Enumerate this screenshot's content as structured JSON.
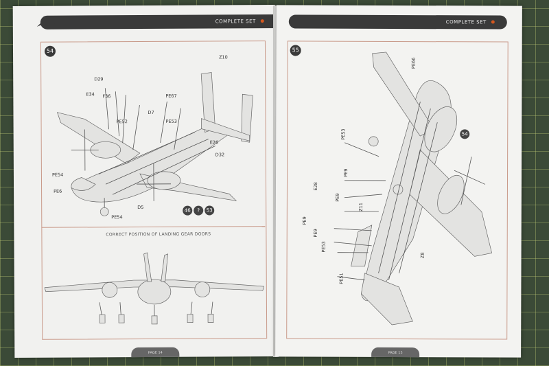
{
  "left_page": {
    "header_text": "COMPLETE SET",
    "step_main": "54",
    "subtitle": "CORRECT POSITION OF LANDING GEAR DOORS",
    "footer": "PAGE 14",
    "badges": [
      "46",
      "?",
      "53"
    ],
    "labels": [
      "Z10",
      "D29",
      "E34",
      "F36",
      "PE67",
      "D7",
      "PE53",
      "PE52",
      "E26",
      "D32",
      "PE54",
      "PE6",
      "D5",
      "PE54"
    ]
  },
  "right_page": {
    "header_text": "COMPLETE SET",
    "step_main": "55",
    "side_badge": "54",
    "footer": "PAGE 15",
    "labels": [
      "PE66",
      "PE53",
      "E28",
      "PE9",
      "PE9",
      "Z11",
      "PE9",
      "PE9",
      "PE53",
      "Z8",
      "PE51"
    ]
  },
  "colors": {
    "accent": "#d5581f",
    "header": "#3a3a3a",
    "frame": "#c99a8a"
  }
}
